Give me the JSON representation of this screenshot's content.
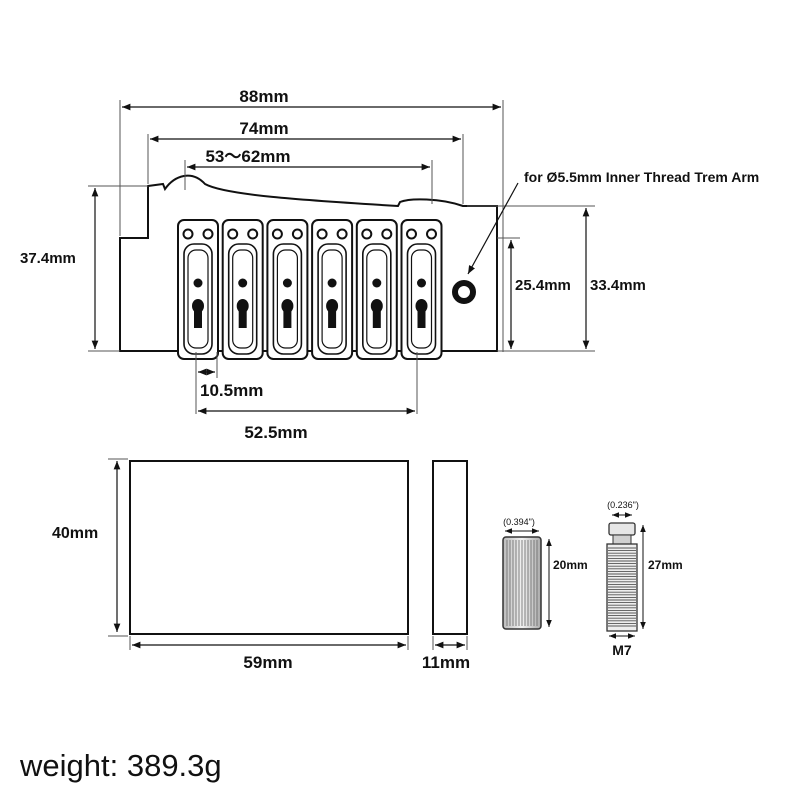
{
  "bridge": {
    "overall_width": "88mm",
    "post_spacing": "74mm",
    "adjust_range": "53～62mm",
    "trem_arm_note": "for Ø5.5mm Inner Thread Trem Arm",
    "height_left": "37.4mm",
    "height_mid": "25.4mm",
    "height_right": "33.4mm",
    "saddle_width": "10.5mm",
    "saddle_span": "52.5mm",
    "saddle_count": 6
  },
  "block": {
    "height": "40mm",
    "length": "59mm",
    "thickness": "11mm"
  },
  "bushing": {
    "diameter_note": "(0.394\")",
    "length": "20mm"
  },
  "stud": {
    "diameter_note": "(0.236\")",
    "length": "27mm",
    "thread": "M7"
  },
  "weight": "weight: 389.3g"
}
